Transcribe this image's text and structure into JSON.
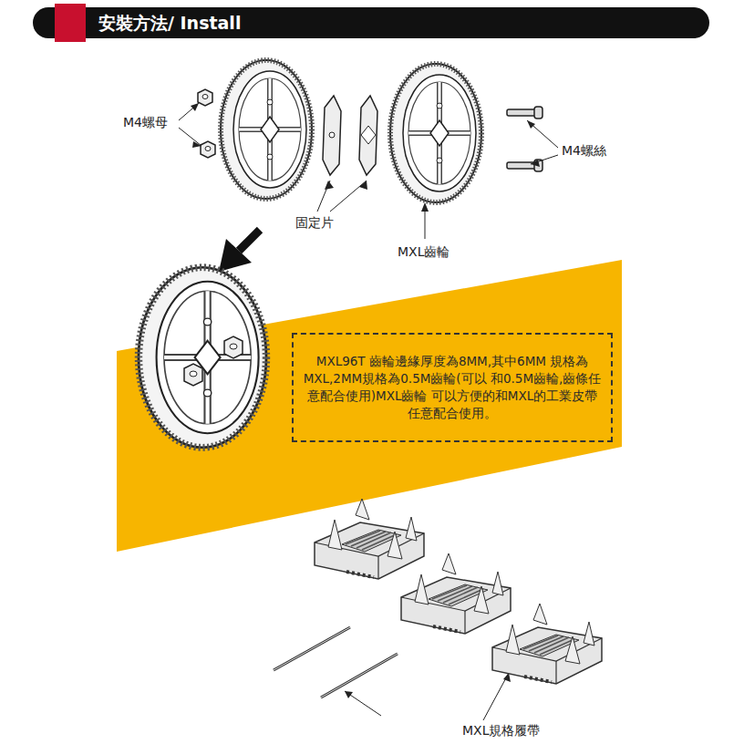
{
  "diagram": {
    "title": "安裝方法/ Install",
    "nodes": [
      {
        "text": [
          "MXL96T 齒輪邊緣厚度為8MM,其中6MM 規格為MXL,2MM規格為0.5M齒輪(可以 和0.5M齒輪,齒條任意配合使用)MXL齒輪 可以方便的和MXL的工業皮帶任意配合使用。"
        ]
      }
    ],
    "labels": [
      "M4螺母",
      "M4螺絲",
      "固定片",
      "MXL齒輪",
      "MXL規格履帶"
    ]
  }
}
